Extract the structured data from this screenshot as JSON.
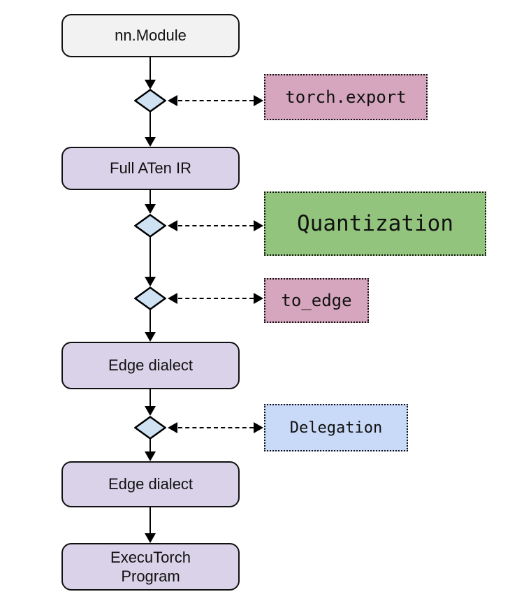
{
  "diagram": {
    "flow_nodes": [
      {
        "label": "nn.Module",
        "fill": "#f2f2f2"
      },
      {
        "label": "Full ATen IR",
        "fill": "#d9d2e9"
      },
      {
        "label": "Edge dialect",
        "fill": "#d9d2e9"
      },
      {
        "label": "Edge dialect",
        "fill": "#d9d2e9"
      },
      {
        "label": "ExecuTorch Program",
        "fill": "#d9d2e9"
      }
    ],
    "side_nodes": [
      {
        "label": "torch.export",
        "fill": "#d5a6bd"
      },
      {
        "label": "Quantization",
        "fill": "#93c47d"
      },
      {
        "label": "to_edge",
        "fill": "#d5a6bd"
      },
      {
        "label": "Delegation",
        "fill": "#c9daf8"
      }
    ],
    "connector_fill": "#cfe2f3",
    "line_color": "#000000"
  }
}
